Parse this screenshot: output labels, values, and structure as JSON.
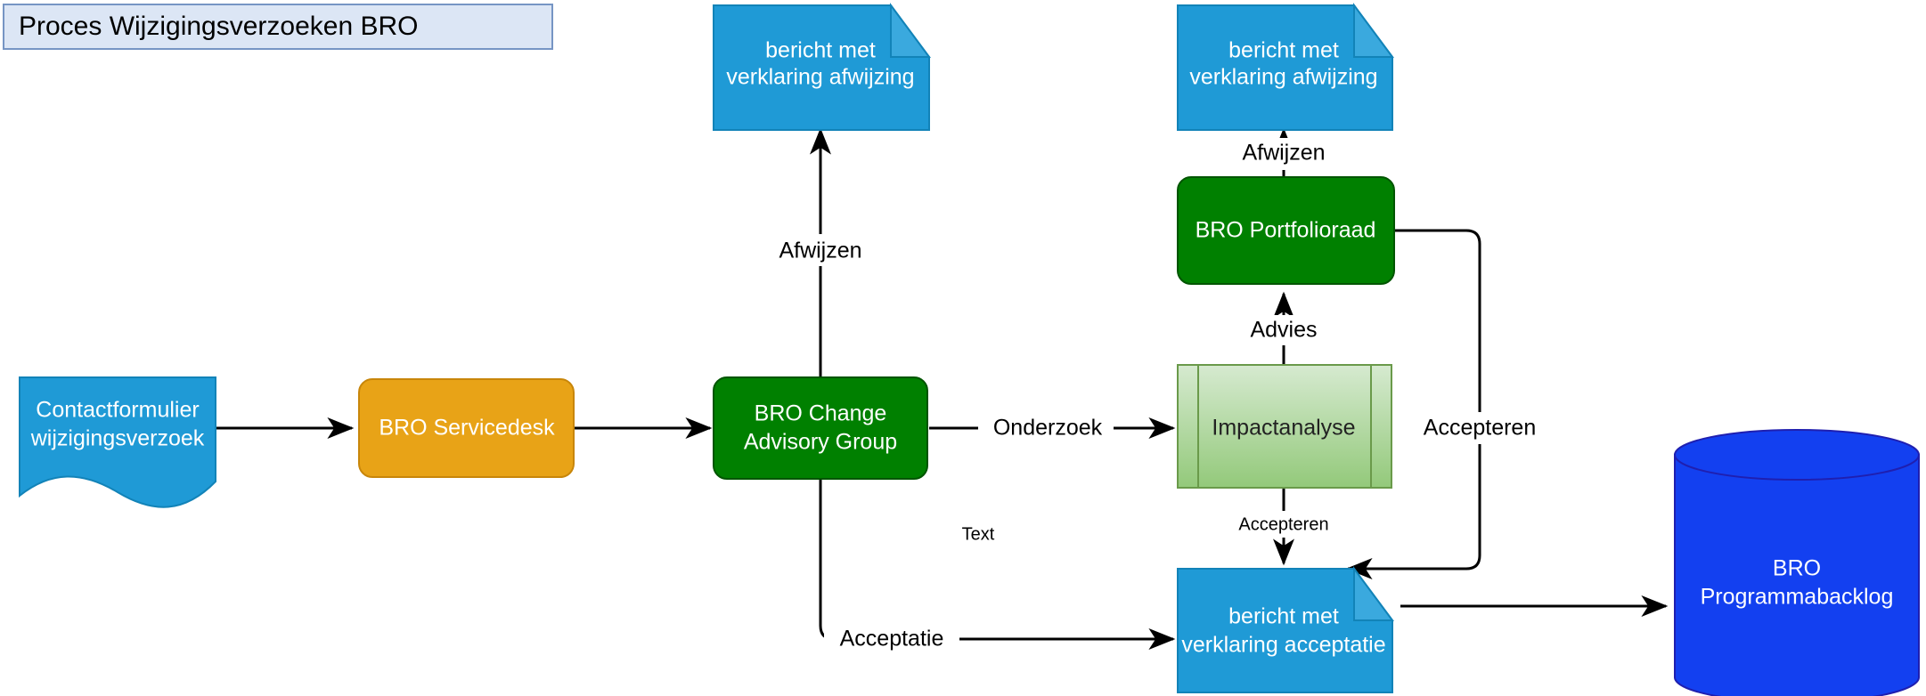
{
  "diagram": {
    "title": "Proces Wijzigingsverzoeken BRO",
    "colors": {
      "title_bg": "#dce6f5",
      "title_border": "#7695c4",
      "blue_fill": "#1f9ad6",
      "blue_stroke": "#1283b8",
      "orange_fill": "#e8a317",
      "orange_stroke": "#c8860a",
      "green_fill": "#008000",
      "green_stroke": "#005500",
      "lightgreen_fill": "#a9d08e",
      "lightgreen_stroke": "#6a9a4a",
      "cylinder_fill": "#1340f0",
      "cylinder_stroke": "#1f1fb0",
      "edge_stroke": "#000000"
    },
    "nodes": [
      {
        "id": "contactformulier",
        "shape": "document",
        "label_lines": [
          "Contactformulier",
          "wijzigingsverzoek"
        ],
        "fill": "blue"
      },
      {
        "id": "servicedesk",
        "shape": "rounded-rect",
        "label_lines": [
          "BRO Servicedesk"
        ],
        "fill": "orange"
      },
      {
        "id": "cag",
        "shape": "rounded-rect",
        "label_lines": [
          "BRO Change",
          "Advisory Group"
        ],
        "fill": "green"
      },
      {
        "id": "impactanalyse",
        "shape": "predefined-process",
        "label_lines": [
          "Impactanalyse"
        ],
        "fill": "lightgreen"
      },
      {
        "id": "portfolioraad",
        "shape": "rounded-rect",
        "label_lines": [
          "BRO Portfolioraad"
        ],
        "fill": "green"
      },
      {
        "id": "afwijzing_cag",
        "shape": "note",
        "label_lines": [
          "bericht met",
          "verklaring afwijzing"
        ],
        "fill": "blue"
      },
      {
        "id": "afwijzing_portfolio",
        "shape": "note",
        "label_lines": [
          "bericht met",
          "verklaring afwijzing"
        ],
        "fill": "blue"
      },
      {
        "id": "acceptatie_bericht",
        "shape": "note",
        "label_lines": [
          "bericht met",
          "verklaring acceptatie"
        ],
        "fill": "blue"
      },
      {
        "id": "programmabacklog",
        "shape": "cylinder",
        "label_lines": [
          "BRO",
          "Programmabacklog"
        ],
        "fill": "cylinder"
      }
    ],
    "edges": [
      {
        "id": "e1",
        "from": "contactformulier",
        "to": "servicedesk",
        "label": ""
      },
      {
        "id": "e2",
        "from": "servicedesk",
        "to": "cag",
        "label": ""
      },
      {
        "id": "e3",
        "from": "cag",
        "to": "afwijzing_cag",
        "label": "Afwijzen"
      },
      {
        "id": "e4",
        "from": "cag",
        "to": "impactanalyse",
        "label": "Onderzoek"
      },
      {
        "id": "e5",
        "from": "cag",
        "to": "acceptatie_bericht",
        "label": "Acceptatie"
      },
      {
        "id": "e6",
        "from": "impactanalyse",
        "to": "portfolioraad",
        "label": "Advies"
      },
      {
        "id": "e7",
        "from": "impactanalyse",
        "to": "acceptatie_bericht",
        "label": "Accepteren"
      },
      {
        "id": "e8",
        "from": "portfolioraad",
        "to": "afwijzing_portfolio",
        "label": "Afwijzen"
      },
      {
        "id": "e9",
        "from": "portfolioraad",
        "to": "acceptatie_bericht",
        "label": "Accepteren"
      },
      {
        "id": "e10",
        "from": "acceptatie_bericht",
        "to": "programmabacklog",
        "label": ""
      }
    ],
    "free_text": [
      {
        "id": "text_note",
        "value": "Text"
      }
    ]
  }
}
